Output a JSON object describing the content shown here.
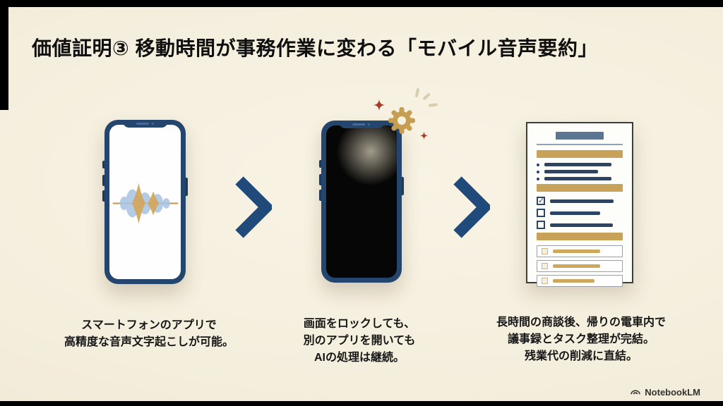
{
  "slide": {
    "title": "価値証明③ 移動時間が事務作業に変わる「モバイル音声要約」",
    "brand_label": "NotebookLM"
  },
  "steps": [
    {
      "name": "voice-transcription-phone",
      "icon": "waveform-icon",
      "caption_lines": [
        "スマートフォンのアプリで",
        "高精度な音声文字起こしが可能。"
      ]
    },
    {
      "name": "background-ai-processing-phone",
      "icon": "gear-icon",
      "caption_lines": [
        "画面をロックしても、",
        "別のアプリを開いても",
        "AIの処理は継続。"
      ]
    },
    {
      "name": "minutes-and-task-document",
      "icon": "document-checklist-icon",
      "caption_lines": [
        "長時間の商談後、帰りの電車内で",
        "議事録とタスク整理が完結。",
        "残業代の削減に直結。"
      ]
    }
  ],
  "doc": {
    "check_glyph": "✓"
  },
  "icons": {
    "arrow": "chevron-right-icon",
    "sparkles": "sparkle-icon",
    "brand": "notebooklm-logo-icon"
  },
  "colors": {
    "background": "#f4eedd",
    "frame_black": "#000000",
    "phone_navy": "#24466e",
    "chevron_navy": "#1f4a79",
    "gold": "#c9a25a",
    "waveform_blue": "#a9c4e2",
    "waveform_gold": "#d2a861",
    "sparkle_red": "#a63b2a",
    "doc_header_blue": "#5b7693",
    "title_text": "#0f0f0f"
  }
}
